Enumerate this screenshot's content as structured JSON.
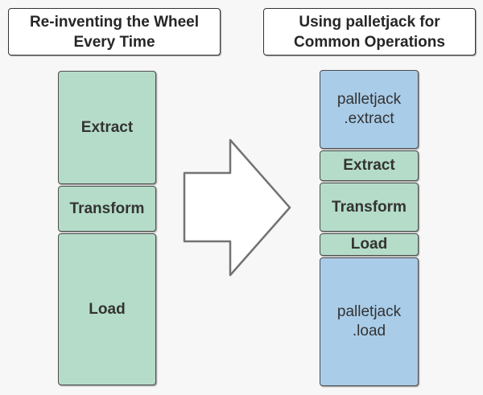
{
  "headers": {
    "left": {
      "lines": [
        "Re-inventing the Wheel",
        "Every Time"
      ]
    },
    "right": {
      "lines": [
        "Using palletjack for",
        "Common Operations"
      ]
    }
  },
  "left_stack": {
    "blocks": [
      {
        "label": "Extract"
      },
      {
        "label": "Transform"
      },
      {
        "label": "Load"
      }
    ]
  },
  "right_stack": {
    "blocks": [
      {
        "lines": [
          "palletjack",
          ".extract"
        ]
      },
      {
        "label": "Extract"
      },
      {
        "label": "Transform"
      },
      {
        "label": "Load"
      },
      {
        "lines": [
          "palletjack",
          ".load"
        ]
      }
    ]
  },
  "arrow": {
    "direction": "right"
  },
  "colors": {
    "background": "#f7f7f7",
    "etl_fill": "#b5dcc8",
    "palletjack_fill": "#a9cce8",
    "block_border": "#4d4d4d",
    "title_fill": "#ffffff",
    "title_border": "#333333",
    "text": "#333333",
    "arrow_fill": "#ffffff",
    "arrow_border": "#737373"
  }
}
